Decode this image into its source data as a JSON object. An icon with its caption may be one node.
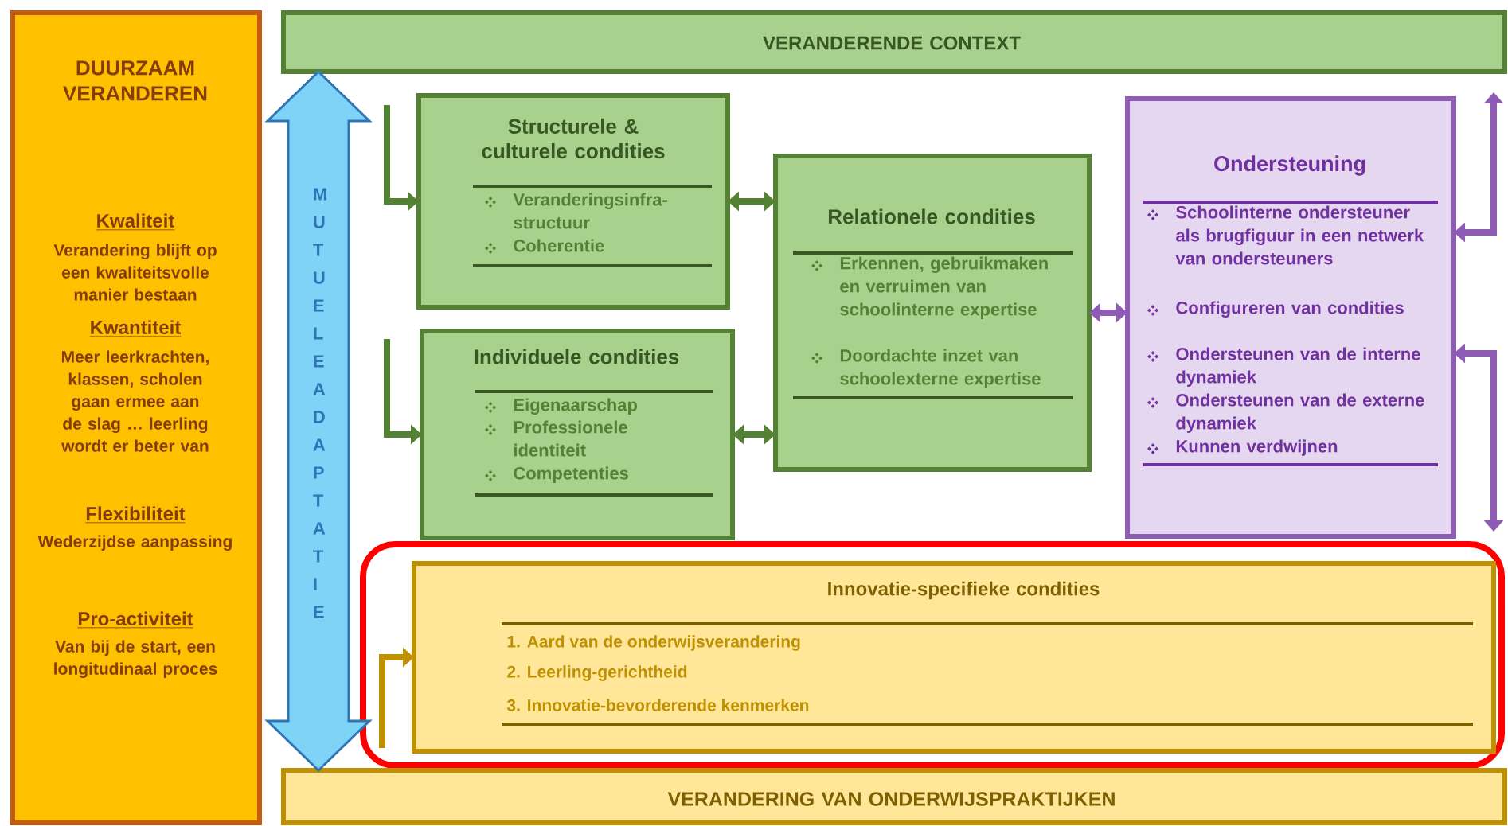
{
  "diagram": {
    "nodes": [
      {
        "text": [
          "DUURZAAM VERANDEREN",
          "Kwaliteit",
          "Verandering blijft op een kwaliteitsvolle manier bestaan",
          "Kwantiteit",
          "Meer leerkrachten, klassen, scholen gaan ermee aan de slag … leerling wordt er beter van",
          "Flexibiliteit",
          "Wederzijdse aanpassing",
          "Pro-activiteit",
          "Van bij de start, een longitudinaal proces"
        ]
      },
      {
        "text": [
          "VERANDERENDE CONTEXT"
        ]
      },
      {
        "text": [
          "Structurele & culturele condities",
          "Veranderingsinfra-structuur",
          "Coherentie"
        ]
      },
      {
        "text": [
          "Individuele condities",
          "Eigenaarschap",
          "Professionele identiteit",
          "Competenties"
        ]
      },
      {
        "text": [
          "Relationele condities",
          "Erkennen, gebruikmaken en verruimen van schoolinterne expertise",
          "Doordachte inzet van schoolexterne expertise"
        ]
      },
      {
        "text": [
          "Ondersteuning",
          "Schoolinterne ondersteuner als brugfiguur in een netwerk van ondersteuners",
          "Configureren van condities",
          "Ondersteunen van de interne dynamiek",
          "Ondersteunen van de externe dynamiek",
          "Kunnen verdwijnen"
        ]
      },
      {
        "text": [],
        "shape": "box"
      },
      {
        "text": [
          "Innovatie-specifieke condities",
          "1. Aard van de onderwijsverandering",
          "2. Leerling-gerichtheid",
          "3. Innovatie-bevorderende kenmerken"
        ],
        "in": 6
      },
      {
        "text": [
          "VERANDERING VAN ONDERWIJSPRAKTIJKEN"
        ]
      }
    ],
    "edges": [
      {
        "from": null,
        "to": 2,
        "arrow": "to"
      },
      {
        "from": null,
        "to": 3,
        "arrow": "to"
      },
      {
        "from": 2,
        "to": 4,
        "arrow": "both"
      },
      {
        "from": 3,
        "to": 4,
        "arrow": "both"
      },
      {
        "from": 4,
        "to": 5,
        "arrow": "both",
        "color": "#8e5bb5"
      },
      {
        "from": 5,
        "to": null,
        "arrow": "both",
        "color": "#8e5bb5"
      },
      {
        "from": 5,
        "to": null,
        "arrow": "both",
        "color": "#8e5bb5"
      },
      {
        "from": null,
        "to": 7,
        "arrow": "to",
        "color": "#bf9000"
      },
      {
        "from": 8,
        "to": 1,
        "arrow": "both",
        "label": "MUTUELE ADAPTATIE",
        "style": "thick",
        "color": "#7fd3f7"
      }
    ]
  }
}
